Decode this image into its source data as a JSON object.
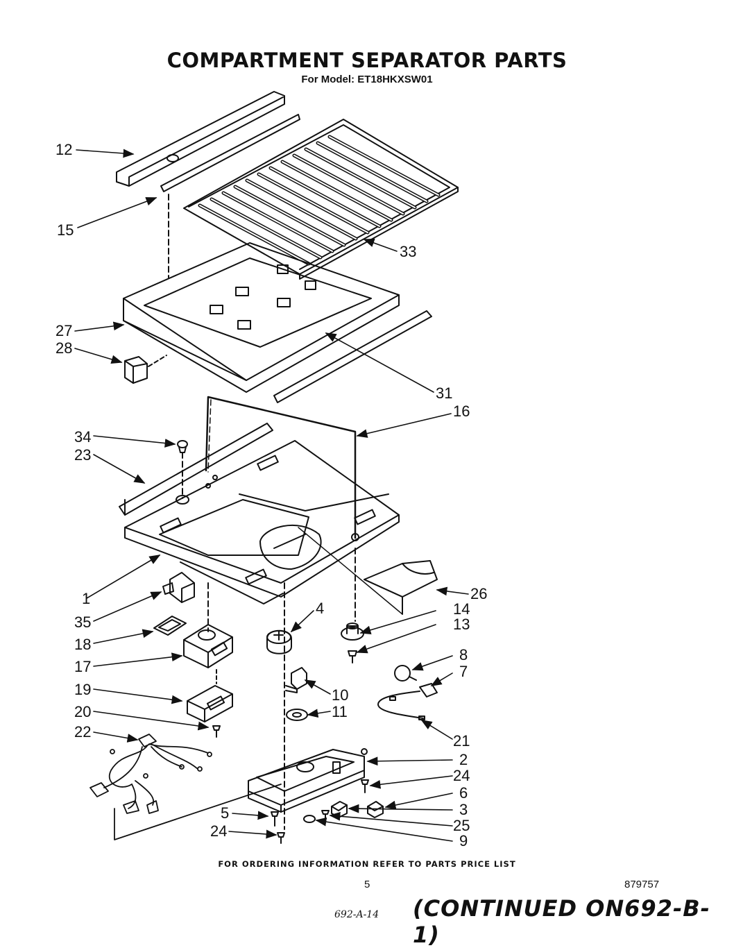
{
  "header": {
    "title": "COMPARTMENT SEPARATOR PARTS",
    "model": "For Model: ET18HKXSW01"
  },
  "callouts": [
    {
      "id": "12",
      "label": "12"
    },
    {
      "id": "15",
      "label": "15"
    },
    {
      "id": "33",
      "label": "33"
    },
    {
      "id": "27",
      "label": "27"
    },
    {
      "id": "28",
      "label": "28"
    },
    {
      "id": "31",
      "label": "31"
    },
    {
      "id": "16",
      "label": "16"
    },
    {
      "id": "34",
      "label": "34"
    },
    {
      "id": "23",
      "label": "23"
    },
    {
      "id": "1",
      "label": "1"
    },
    {
      "id": "26",
      "label": "26"
    },
    {
      "id": "35",
      "label": "35"
    },
    {
      "id": "4",
      "label": "4"
    },
    {
      "id": "14",
      "label": "14"
    },
    {
      "id": "13",
      "label": "13"
    },
    {
      "id": "18",
      "label": "18"
    },
    {
      "id": "17",
      "label": "17"
    },
    {
      "id": "8",
      "label": "8"
    },
    {
      "id": "7",
      "label": "7"
    },
    {
      "id": "19",
      "label": "19"
    },
    {
      "id": "10",
      "label": "10"
    },
    {
      "id": "20",
      "label": "20"
    },
    {
      "id": "11",
      "label": "11"
    },
    {
      "id": "22",
      "label": "22"
    },
    {
      "id": "21",
      "label": "21"
    },
    {
      "id": "2",
      "label": "2"
    },
    {
      "id": "24a",
      "label": "24"
    },
    {
      "id": "6",
      "label": "6"
    },
    {
      "id": "3",
      "label": "3"
    },
    {
      "id": "5",
      "label": "5"
    },
    {
      "id": "25",
      "label": "25"
    },
    {
      "id": "24b",
      "label": "24"
    },
    {
      "id": "9",
      "label": "9"
    }
  ],
  "footer": {
    "ordering_note": "FOR ORDERING INFORMATION REFER TO PARTS PRICE LIST",
    "page_number": "5",
    "doc_number": "879757",
    "handwritten_ref": "692-A-14",
    "continued": "(CONTINUED ON692-B-1)"
  }
}
